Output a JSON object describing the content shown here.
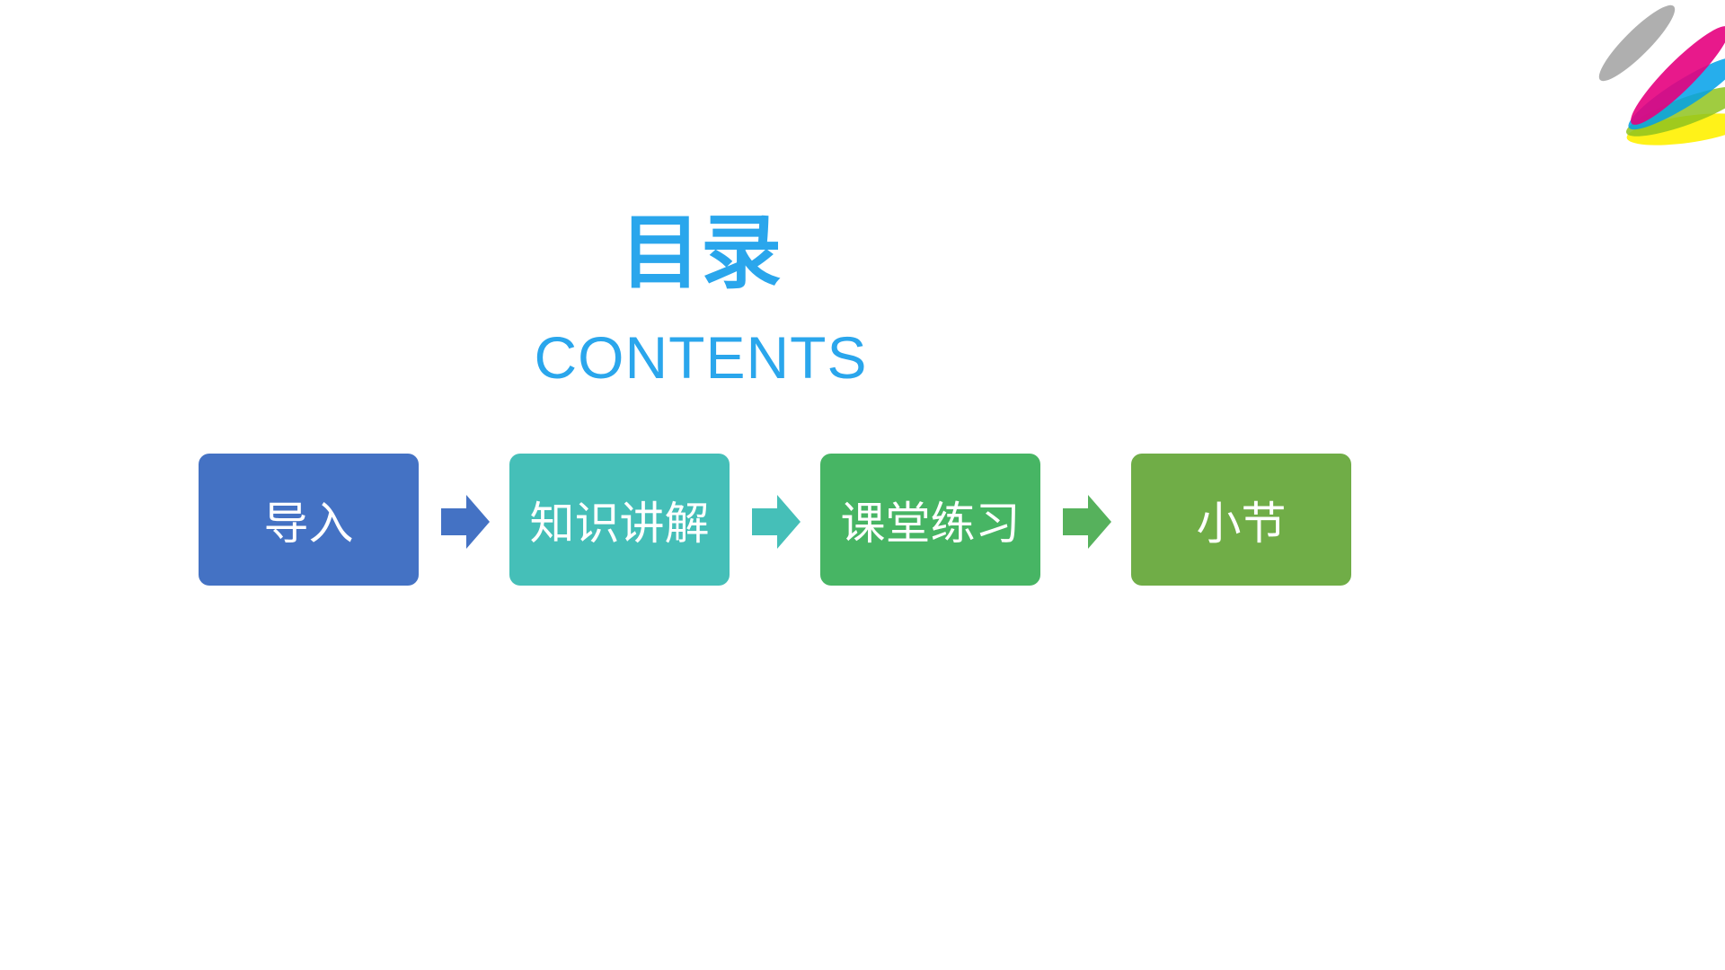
{
  "slide": {
    "title": "目录",
    "subtitle": "CONTENTS"
  },
  "flow": {
    "steps": [
      {
        "label": "导入",
        "color": "#4472c4"
      },
      {
        "label": "知识讲解",
        "color": "#45bfb8"
      },
      {
        "label": "课堂练习",
        "color": "#47b564"
      },
      {
        "label": "小节",
        "color": "#70ad47"
      }
    ],
    "arrow_colors": [
      "#4472c4",
      "#45bfb8",
      "#56b15c"
    ]
  },
  "logo": {
    "icon": "color-brush-strokes-icon",
    "colors": [
      "#a6a6a6",
      "#e6007e",
      "#00a0e9",
      "#8fc31f",
      "#fff100"
    ]
  }
}
